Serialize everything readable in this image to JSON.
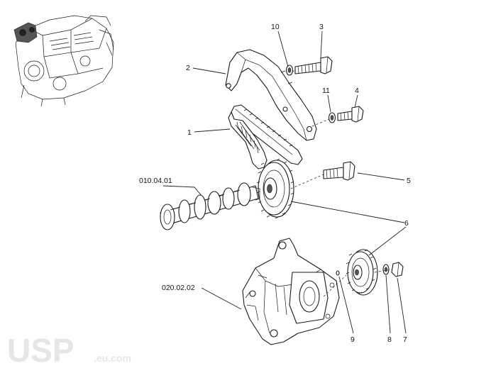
{
  "diagram": {
    "callouts": {
      "c1": "1",
      "c2": "2",
      "c3": "3",
      "c4": "4",
      "c5": "5",
      "c6": "6",
      "c7": "7",
      "c8": "8",
      "c9": "9",
      "c10": "10",
      "c11": "11",
      "ref_camshaft": "010.04.01",
      "ref_housing": "020.02.02"
    }
  },
  "watermark": {
    "main": "USP",
    "sub": ".eu.com"
  }
}
